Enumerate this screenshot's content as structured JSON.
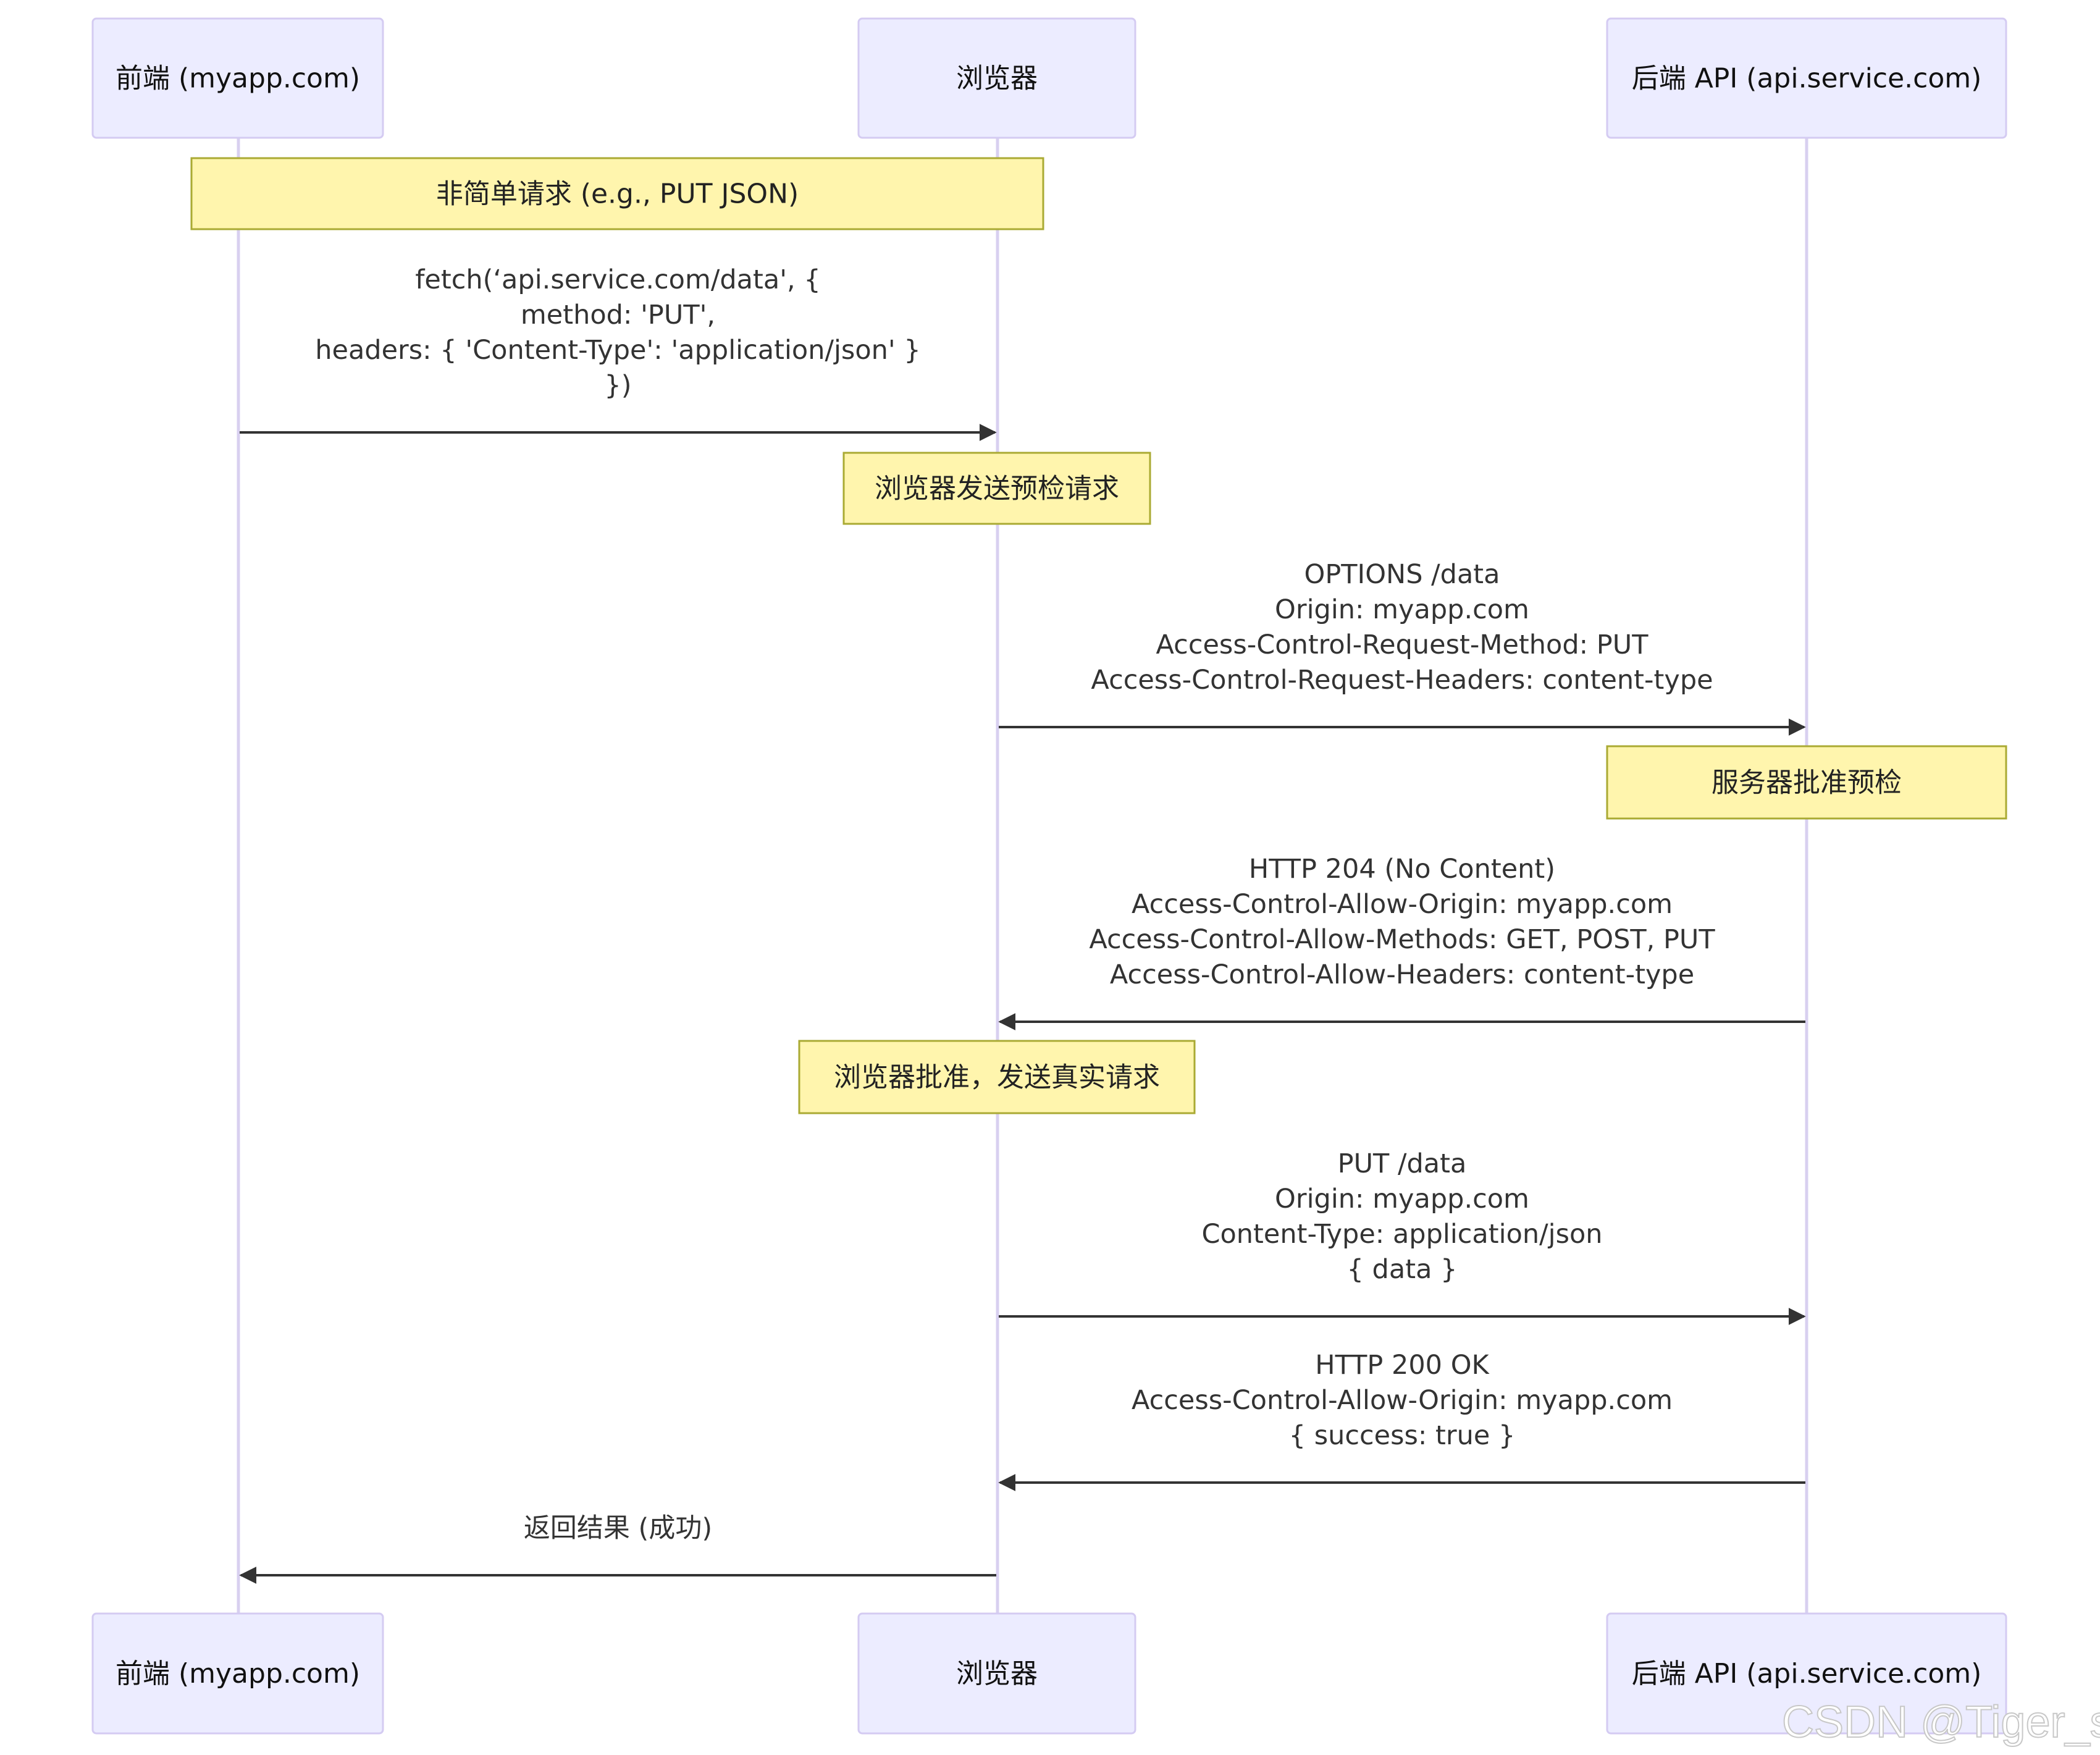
{
  "actors": [
    {
      "id": "frontend",
      "label": "前端 (myapp.com)"
    },
    {
      "id": "browser",
      "label": "浏览器"
    },
    {
      "id": "backend",
      "label": "后端 API (api.service.com)"
    }
  ],
  "notes": [
    {
      "text": "非简单请求 (e.g., PUT JSON)",
      "over": [
        "frontend",
        "browser"
      ]
    },
    {
      "text": "浏览器发送预检请求",
      "over": [
        "browser"
      ]
    },
    {
      "text": "服务器批准预检",
      "over": [
        "backend"
      ]
    },
    {
      "text": "浏览器批准，发送真实请求",
      "over": [
        "browser"
      ]
    }
  ],
  "messages": [
    {
      "from": "frontend",
      "to": "browser",
      "lines": [
        "fetch(‘api.service.com/data', {",
        "method: 'PUT',",
        "headers: { 'Content-Type': 'application/json' }",
        "})"
      ]
    },
    {
      "from": "browser",
      "to": "backend",
      "lines": [
        "OPTIONS /data",
        "Origin: myapp.com",
        "Access-Control-Request-Method: PUT",
        "Access-Control-Request-Headers: content-type"
      ]
    },
    {
      "from": "backend",
      "to": "browser",
      "lines": [
        "HTTP 204 (No Content)",
        "Access-Control-Allow-Origin: myapp.com",
        "Access-Control-Allow-Methods: GET, POST, PUT",
        "Access-Control-Allow-Headers: content-type"
      ]
    },
    {
      "from": "browser",
      "to": "backend",
      "lines": [
        "PUT /data",
        "Origin: myapp.com",
        "Content-Type: application/json",
        "{ data }"
      ]
    },
    {
      "from": "backend",
      "to": "browser",
      "lines": [
        "HTTP 200 OK",
        "Access-Control-Allow-Origin: myapp.com",
        "{ success: true }"
      ]
    },
    {
      "from": "browser",
      "to": "frontend",
      "lines": [
        "返回结果 (成功)"
      ]
    }
  ],
  "watermark": "CSDN @Tiger_shl",
  "colors": {
    "actor_fill": "#ececff",
    "actor_stroke": "#d4cbf2",
    "lifeline": "#d8d0f0",
    "note_fill": "#fff5ad",
    "note_stroke": "#aaaa33",
    "arrow": "#333333"
  }
}
